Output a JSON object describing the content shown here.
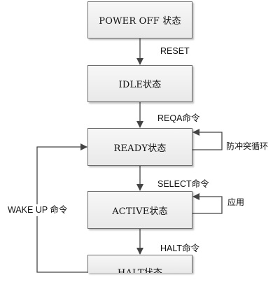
{
  "states": {
    "power_off": "POWER OFF 状态",
    "idle": "IDLE状态",
    "ready": "READY状态",
    "active": "ACTIVE状态",
    "halt": "HALT状态"
  },
  "transitions": {
    "reset": "RESET",
    "reqa": "REQA命令",
    "select": "SELECT命令",
    "halt": "HALT命令",
    "wake_up": "WAKE UP 命令"
  },
  "self_loops": {
    "anticollision": "防冲突循环",
    "application": "应用"
  }
}
